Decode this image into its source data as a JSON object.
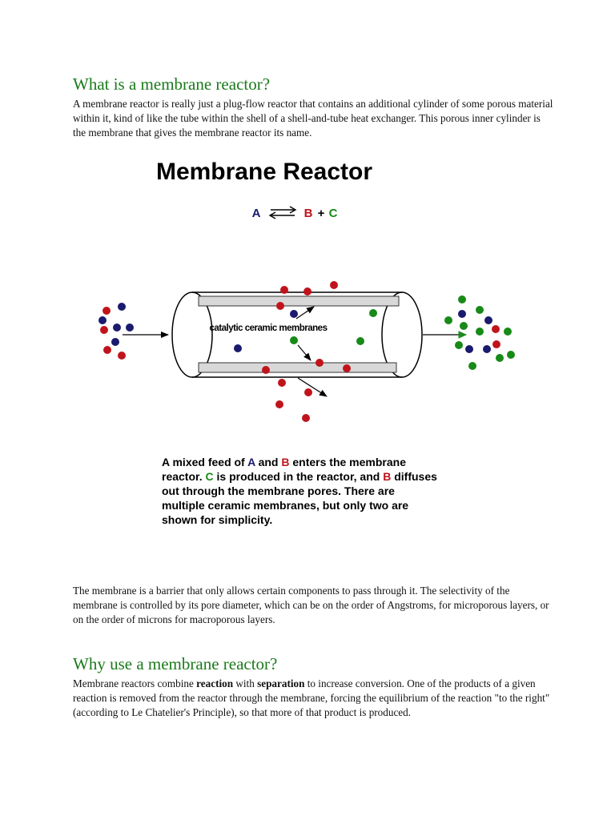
{
  "section1": {
    "heading": "What is a membrane reactor?",
    "paragraph": "A membrane reactor is really just a plug-flow reactor that contains an additional cylinder of some porous material within it, kind of like the tube within the shell of a shell-and-tube heat exchanger. This porous inner cylinder is the membrane that gives the membrane reactor its name."
  },
  "figure": {
    "title": "Membrane Reactor",
    "reaction": {
      "a": "A",
      "b": "B",
      "plus": "+",
      "c": "C"
    },
    "inner_label": "catalytic ceramic membranes",
    "caption_lines": [
      [
        {
          "t": "A mixed feed of "
        },
        {
          "t": "A",
          "c": "blue"
        },
        {
          "t": " and "
        },
        {
          "t": "B",
          "c": "red"
        },
        {
          "t": " enters the membrane"
        }
      ],
      [
        {
          "t": "reactor.  "
        },
        {
          "t": "C",
          "c": "green"
        },
        {
          "t": " is produced in the reactor, and "
        },
        {
          "t": "B",
          "c": "red"
        },
        {
          "t": " diffuses"
        }
      ],
      [
        {
          "t": "out through the membrane pores.  There are"
        }
      ],
      [
        {
          "t": "multiple ceramic membranes, but only two are"
        }
      ],
      [
        {
          "t": "shown for simplicity."
        }
      ]
    ],
    "colors": {
      "blue": "#1a1a6e",
      "red": "#c0141c",
      "green": "#178a17",
      "arrow_green": "#1f8a1f"
    }
  },
  "paragraph2": "The membrane is a barrier that only allows certain components to pass through it. The selectivity of the membrane is controlled by its pore diameter, which can be on the order of Angstroms, for microporous layers, or on the order of microns for macroporous layers.",
  "section2": {
    "heading": "Why use a membrane reactor?",
    "para_parts": [
      {
        "t": "Membrane reactors combine "
      },
      {
        "t": "reaction",
        "b": true
      },
      {
        "t": " with "
      },
      {
        "t": "separation",
        "b": true
      },
      {
        "t": " to increase conversion. One of the products of a given reaction is removed from the reactor through the membrane, forcing the equilibrium of the reaction \"to the right\" (according to Le Chatelier's Principle), so that more of that product is produced."
      }
    ]
  },
  "colors": {
    "heading": "#1a7a1a"
  }
}
